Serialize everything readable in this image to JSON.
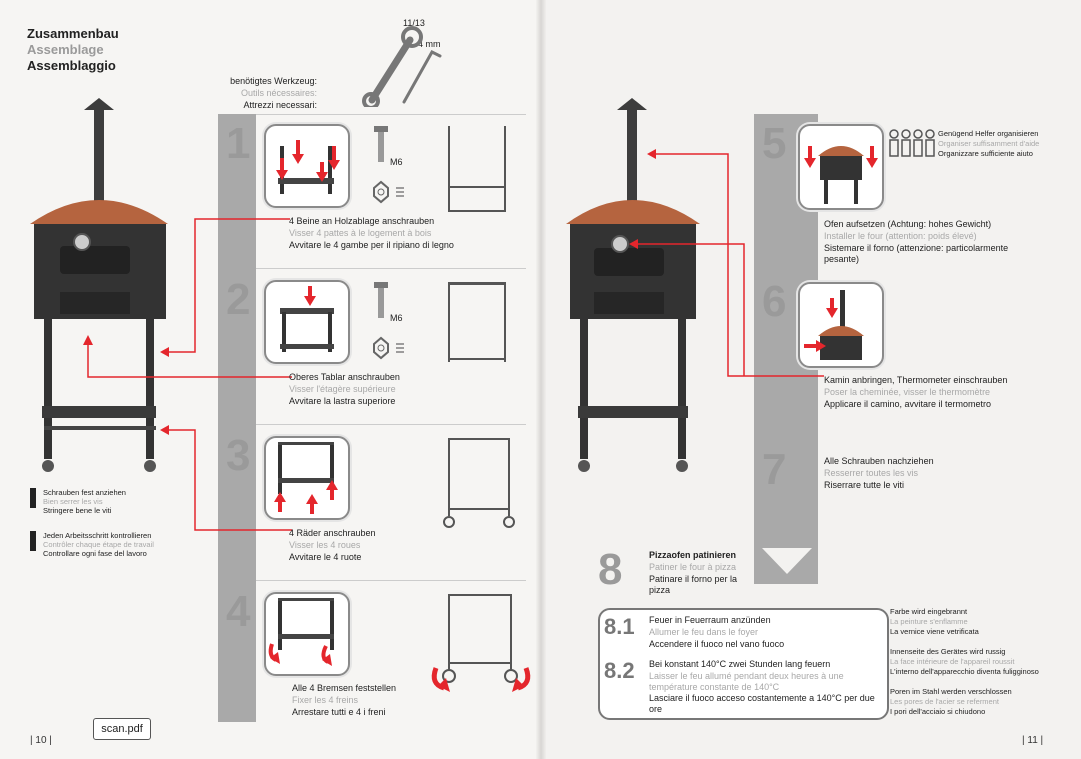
{
  "header": {
    "title_de": "Zusammenbau",
    "title_fr": "Assemblage",
    "title_it": "Assemblaggio"
  },
  "tools": {
    "label_de": "benötigtes Werkzeug:",
    "label_fr": "Outils nécessaires:",
    "label_it": "Attrezzi necessari:",
    "wrench_size": "11/13",
    "hex_size": "4 mm"
  },
  "notes_left": [
    {
      "de": "Schrauben fest anziehen",
      "fr": "Bien serrer les vis",
      "it": "Stringere bene le viti"
    },
    {
      "de": "Jeden Arbeitsschritt kontrollieren",
      "fr": "Contrôler chaque étape de travail",
      "it": "Controllare ogni fase del lavoro"
    }
  ],
  "steps": [
    {
      "num": "1",
      "de": "4 Beine an Holzablage anschrauben",
      "fr": "Visser 4 pattes à le logement à bois",
      "it": "Avvitare le 4 gambe per il ripiano di legno",
      "bolt": "M6"
    },
    {
      "num": "2",
      "de": "Oberes Tablar anschrauben",
      "fr": "Visser l'étagère supérieure",
      "it": "Avvitare la lastra superiore",
      "bolt": "M6"
    },
    {
      "num": "3",
      "de": "4 Räder anschrauben",
      "fr": "Visser les 4 roues",
      "it": "Avvitare le 4 ruote"
    },
    {
      "num": "4",
      "de": "Alle 4 Bremsen feststellen",
      "fr": "Fixer les 4 freins",
      "it": "Arrestare tutti e 4 i freni"
    },
    {
      "num": "5",
      "de": "Ofen aufsetzen (Achtung: hohes Gewicht)",
      "fr": "Installer le four (attention: poids élevé)",
      "it": "Sistemare il forno (attenzione: particolarmente pesante)"
    },
    {
      "num": "6",
      "de": "Kamin anbringen, Thermometer einschrauben",
      "fr": "Poser la cheminée, visser le thermomètre",
      "it": "Applicare il camino, avvitare il termometro"
    },
    {
      "num": "7",
      "de": "Alle Schrauben nachziehen",
      "fr": "Resserrer toutes les vis",
      "it": "Riserrare tutte le viti"
    }
  ],
  "helpers": {
    "de": "Genügend Helfer organisieren",
    "fr": "Organiser suffisamment d'aide",
    "it": "Organizzare sufficiente aiuto"
  },
  "step8": {
    "num": "8",
    "de": "Pizzaofen patinieren",
    "fr": "Patiner le four à pizza",
    "it": "Patinare il forno per la pizza",
    "sub": [
      {
        "num": "8.1",
        "de": "Feuer in Feuerraum anzünden",
        "fr": "Allumer le feu dans le foyer",
        "it": "Accendere il fuoco nel vano fuoco"
      },
      {
        "num": "8.2",
        "de": "Bei konstant 140°C zwei Stunden lang feuern",
        "fr": "Laisser le feu allumé pendant deux heures à une température constante de 140°C",
        "it": "Lasciare il fuoco acceso costantemente a 140°C per due ore"
      }
    ]
  },
  "notes_right": [
    {
      "de": "Farbe wird eingebrannt",
      "fr": "La peinture s'enflamme",
      "it": "La vernice viene vetrificata"
    },
    {
      "de": "Innenseite des Gerätes wird russig",
      "fr": "La face intérieure de l'appareil roussit",
      "it": "L'interno dell'apparecchio diventa fuligginoso"
    },
    {
      "de": "Poren im Stahl werden verschlossen",
      "fr": "Les pores de l'acier se referment",
      "it": "I pori dell'acciaio si chiudono"
    }
  ],
  "page_left": "| 10 |",
  "page_right": "| 11 |",
  "scan_label": "scan.pdf",
  "colors": {
    "accent": "#e4262c",
    "bar": "#a9a9a9",
    "oven_top": "#b5643f"
  }
}
